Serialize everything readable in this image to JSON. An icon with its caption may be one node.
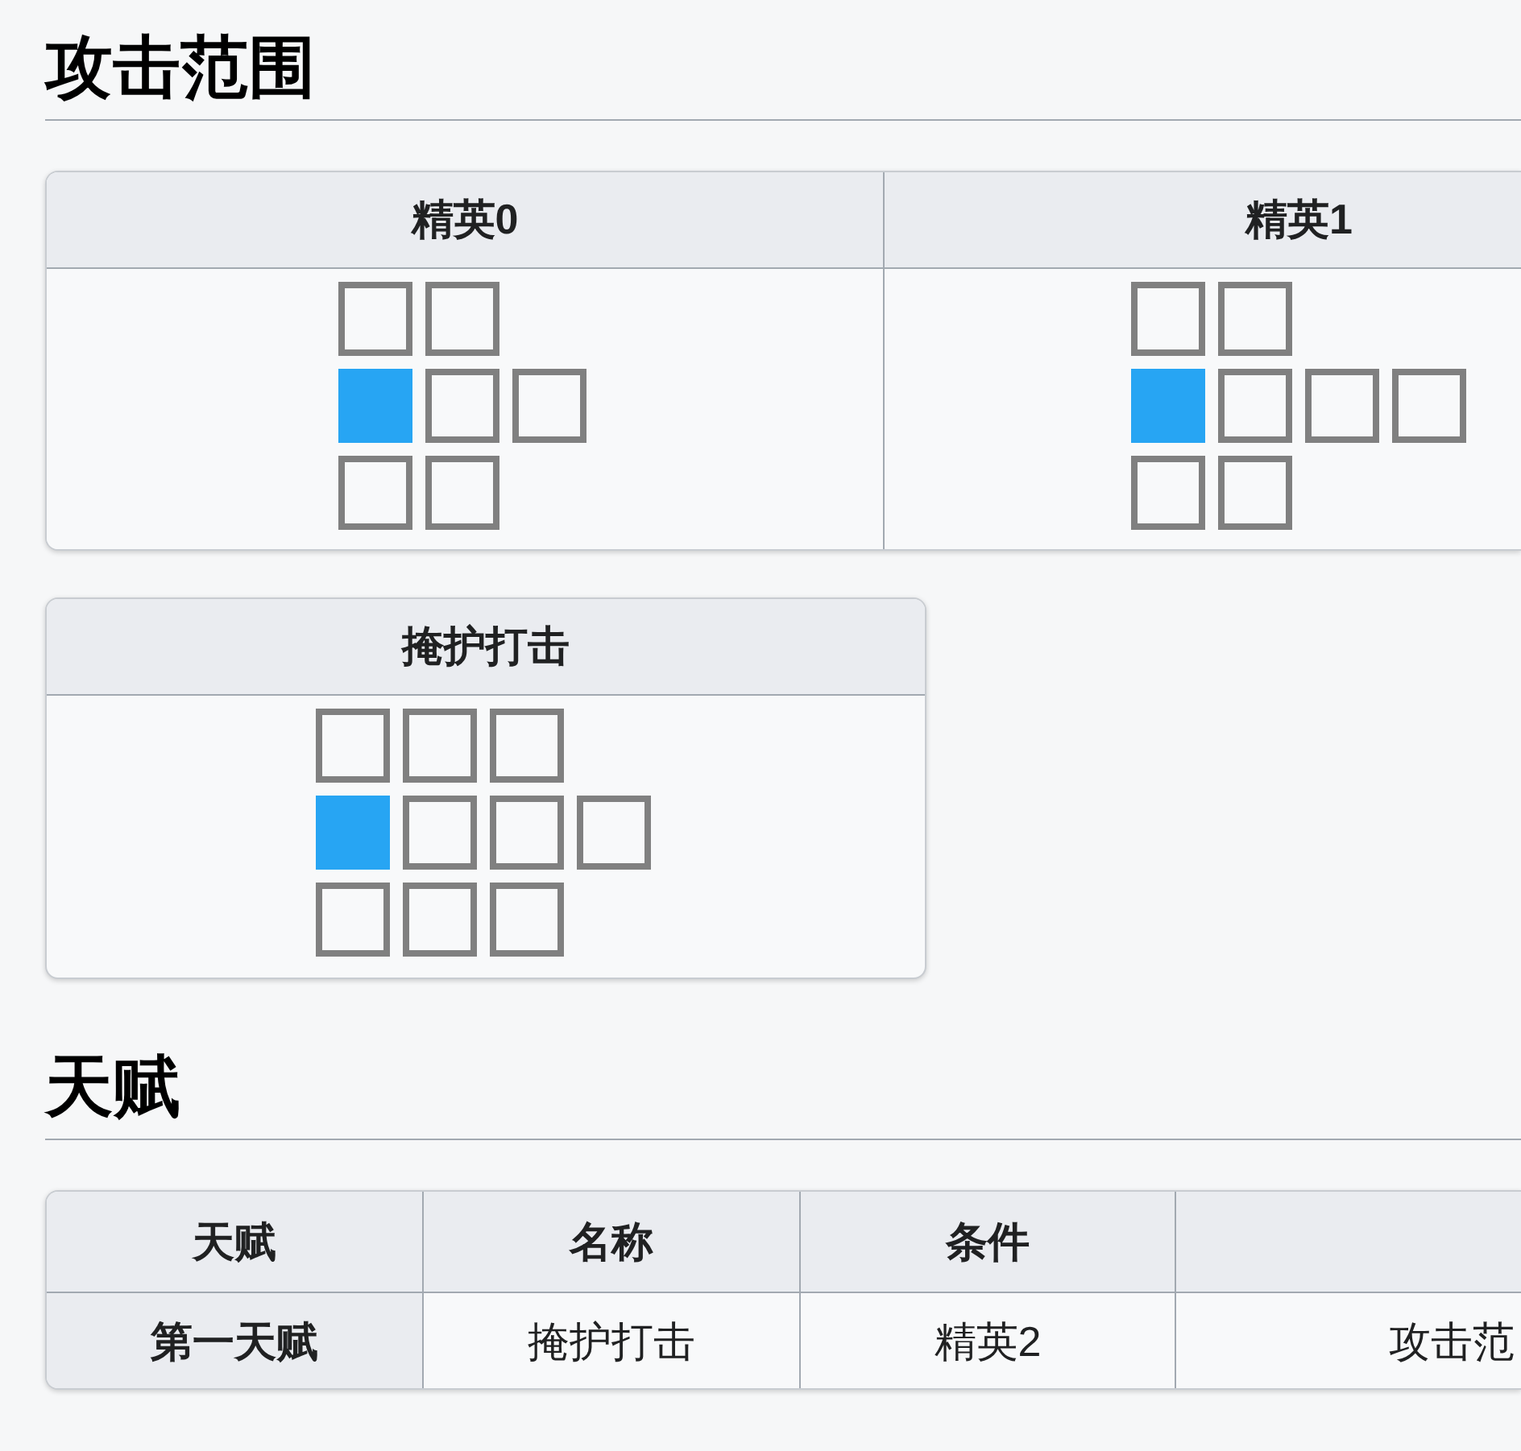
{
  "diagram": {
    "title": "攻击范围",
    "nodes": [
      {
        "text": [
          "精英0"
        ]
      },
      {
        "text": [
          "精英1"
        ]
      },
      {
        "text": [
          "掩护打击"
        ]
      }
    ],
    "labels": [
      "天赋",
      "天赋",
      "名称",
      "条件",
      "第一天赋",
      "掩护打击",
      "精英2",
      "攻击范"
    ]
  }
}
